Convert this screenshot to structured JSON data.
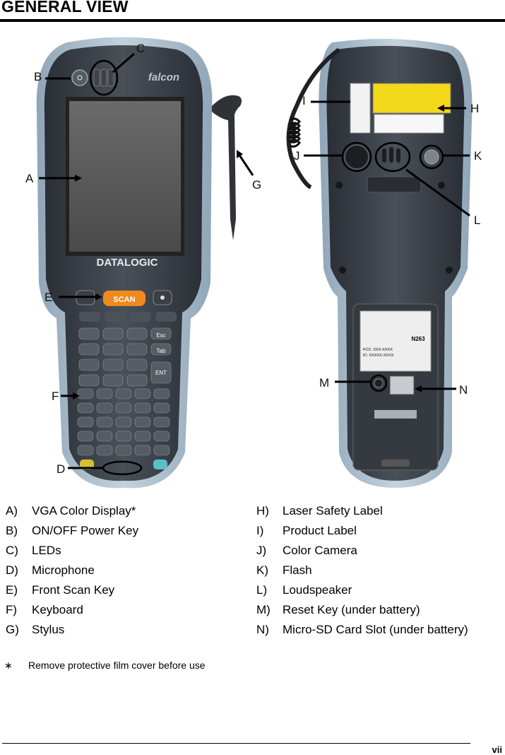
{
  "heading": "GENERAL VIEW",
  "callouts": {
    "A": "A",
    "B": "B",
    "C": "C",
    "D": "D",
    "E": "E",
    "F": "F",
    "G": "G",
    "H": "H",
    "I": "I",
    "J": "J",
    "K": "K",
    "L": "L",
    "M": "M",
    "N": "N"
  },
  "device_text": {
    "brand_logo": "DATALOGIC",
    "model_logo": "falcon",
    "scan_key": "SCAN",
    "esc_key": "Esc",
    "tab_key": "Tab",
    "ent_key": "ENT",
    "back_label_code": "N263",
    "back_label_fcc": "FCC: XXX-XXXX",
    "back_label_ic": "IC: XXXXX-XXXX"
  },
  "legend_left": [
    {
      "key": "A)",
      "text": "VGA Color Display*"
    },
    {
      "key": "B)",
      "text": "ON/OFF Power Key"
    },
    {
      "key": "C)",
      "text": "LEDs"
    },
    {
      "key": "D)",
      "text": "Microphone"
    },
    {
      "key": "E)",
      "text": "Front Scan Key"
    },
    {
      "key": "F)",
      "text": "Keyboard"
    },
    {
      "key": "G)",
      "text": "Stylus"
    }
  ],
  "legend_right": [
    {
      "key": "H)",
      "text": "Laser Safety Label"
    },
    {
      "key": "I)",
      "text": "Product Label"
    },
    {
      "key": "J)",
      "text": "Color Camera"
    },
    {
      "key": "K)",
      "text": "Flash"
    },
    {
      "key": "L)",
      "text": "Loudspeaker"
    },
    {
      "key": "M)",
      "text": "Reset Key (under battery)"
    },
    {
      "key": "N)",
      "text": "Micro-SD Card Slot (under battery)"
    }
  ],
  "note": {
    "symbol": "∗",
    "text": "Remove protective film cover before use"
  },
  "page_number": "vii"
}
